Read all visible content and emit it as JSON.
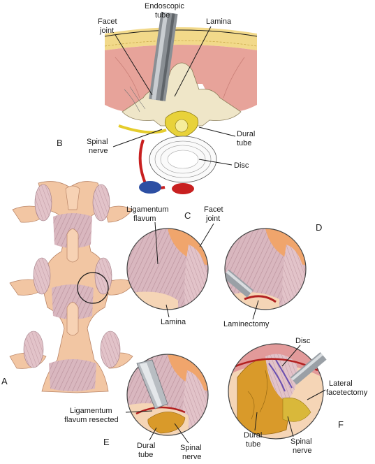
{
  "labels": {
    "endoscopic_tube": [
      "Endoscopic",
      "tube"
    ],
    "facet_joint_top": [
      "Facet",
      "joint"
    ],
    "lamina_top": "Lamina",
    "spinal_nerve_b": [
      "Spinal",
      "nerve"
    ],
    "dural_tube_b": [
      "Dural",
      "tube"
    ],
    "disc_b": "Disc",
    "ligamentum_flavum": [
      "Ligamentum",
      "flavum"
    ],
    "facet_joint_c": [
      "Facet",
      "joint"
    ],
    "lamina_c": "Lamina",
    "laminectomy": "Laminectomy",
    "lig_flavum_resected": [
      "Ligamentum",
      "flavum resected"
    ],
    "dural_tube_e": [
      "Dural",
      "tube"
    ],
    "spinal_nerve_e": [
      "Spinal",
      "nerve"
    ],
    "disc_f": "Disc",
    "lateral_facetectomy": [
      "Lateral",
      "facetectomy"
    ],
    "dural_tube_f": [
      "Dural",
      "tube"
    ],
    "spinal_nerve_f": [
      "Spinal",
      "nerve"
    ]
  },
  "panel_letters": {
    "a": "A",
    "b": "B",
    "c": "C",
    "d": "D",
    "e": "E",
    "f": "F"
  }
}
